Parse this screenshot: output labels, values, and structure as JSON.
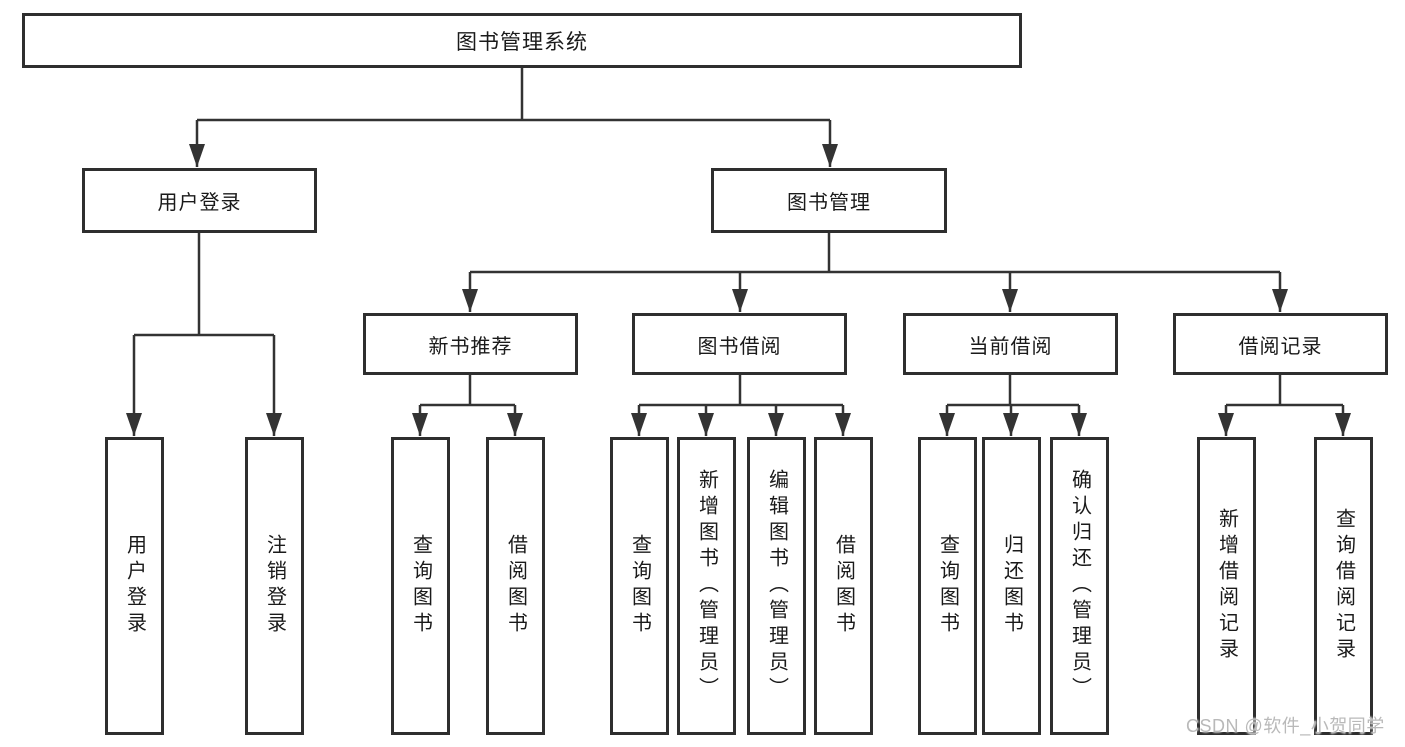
{
  "diagram": {
    "root": {
      "label": "图书管理系统"
    },
    "user_login": {
      "label": "用户登录",
      "children": [
        "用户登录",
        "注销登录"
      ]
    },
    "book_mgmt": {
      "label": "图书管理"
    },
    "new_books": {
      "label": "新书推荐",
      "children": [
        "查询图书",
        "借阅图书"
      ]
    },
    "book_borrow": {
      "label": "图书借阅",
      "children": [
        "查询图书",
        "新增图书（管理员）",
        "编辑图书（管理员）",
        "借阅图书"
      ]
    },
    "current_borrow": {
      "label": "当前借阅",
      "children": [
        "查询图书",
        "归还图书",
        "确认归还（管理员）"
      ]
    },
    "borrow_records": {
      "label": "借阅记录",
      "children": [
        "新增借阅记录",
        "查询借阅记录"
      ]
    }
  },
  "watermark": {
    "text": "CSDN @软件_小贺同学"
  },
  "colors": {
    "line": "#333333",
    "border": "#2e2e2e",
    "text": "#1a1a1a",
    "background": "#ffffff",
    "watermark": "#b9b9b9"
  }
}
